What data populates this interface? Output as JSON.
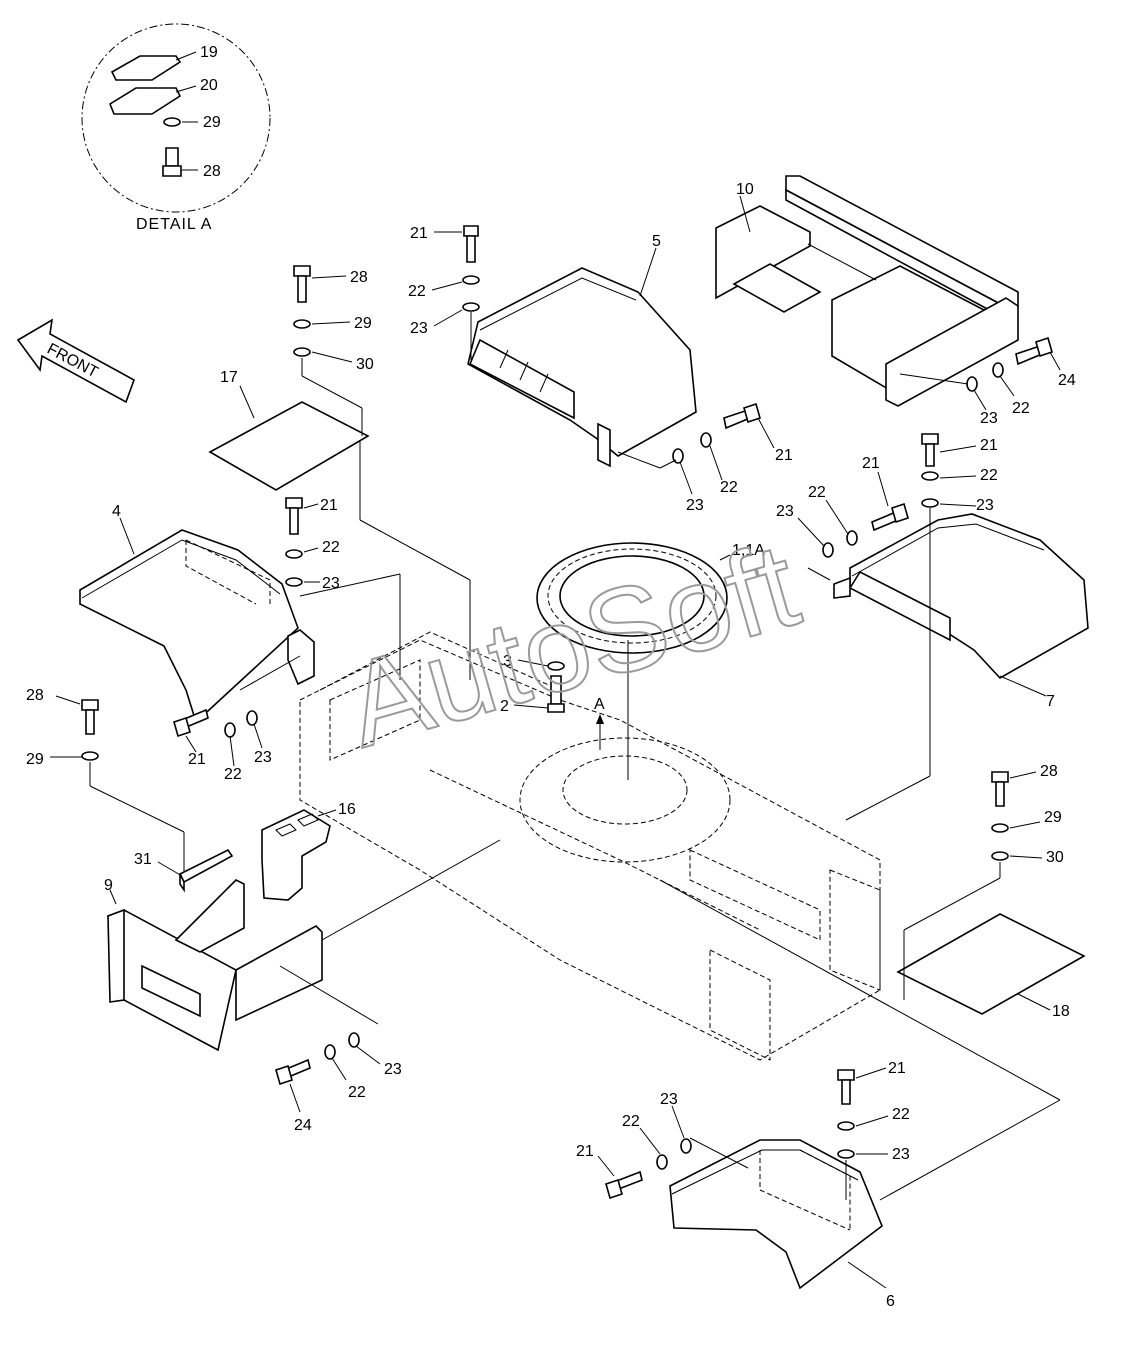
{
  "watermark": "AutoSoft",
  "front_label": "FRONT",
  "detail": {
    "caption": "DETAIL  A",
    "labels": [
      "19",
      "20",
      "29",
      "28"
    ]
  },
  "view_marker": "A",
  "labels": {
    "ring": "1,1A",
    "bolt_frame": "2",
    "washer_frame": "3",
    "fender_left": "4",
    "cover_top": "5",
    "fender_front": "6",
    "fender_right": "7",
    "step_left": "9",
    "step_right": "10",
    "bracket": "16",
    "plate_left": "17",
    "plate_right": "18",
    "strip": "31",
    "l21": [
      "21",
      "21",
      "21",
      "21",
      "21",
      "21",
      "21"
    ],
    "l22": [
      "22",
      "22",
      "22",
      "22",
      "22",
      "22",
      "22",
      "22"
    ],
    "l23": [
      "23",
      "23",
      "23",
      "23",
      "23",
      "23",
      "23",
      "23"
    ],
    "l24": [
      "24",
      "24"
    ],
    "l28": [
      "28",
      "28",
      "28"
    ],
    "l29": [
      "29",
      "29",
      "29"
    ],
    "l30": [
      "30",
      "30"
    ]
  }
}
